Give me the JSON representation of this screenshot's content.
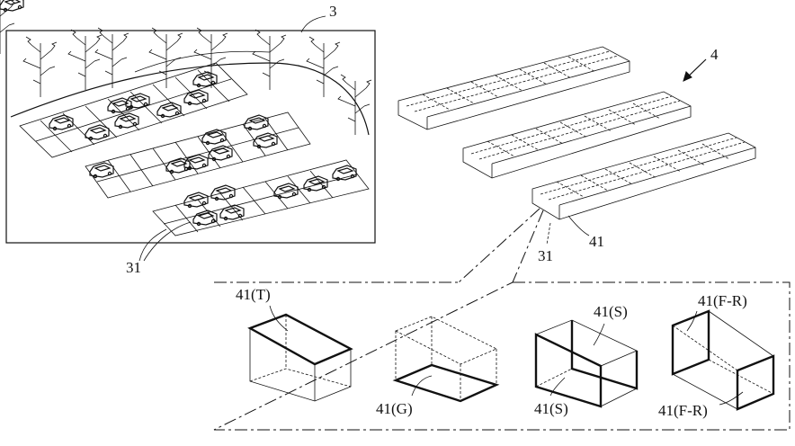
{
  "labels": {
    "scene_ref": "3",
    "grid_ref": "4",
    "slot_ref_scene": "31",
    "slot_ref_grid": "31",
    "block_ref": "41",
    "face_top": "41(T)",
    "face_ground": "41(G)",
    "face_side_upper": "41(S)",
    "face_side_lower": "41(S)",
    "face_fr_upper": "41(F-R)",
    "face_fr_lower": "41(F-R)"
  }
}
